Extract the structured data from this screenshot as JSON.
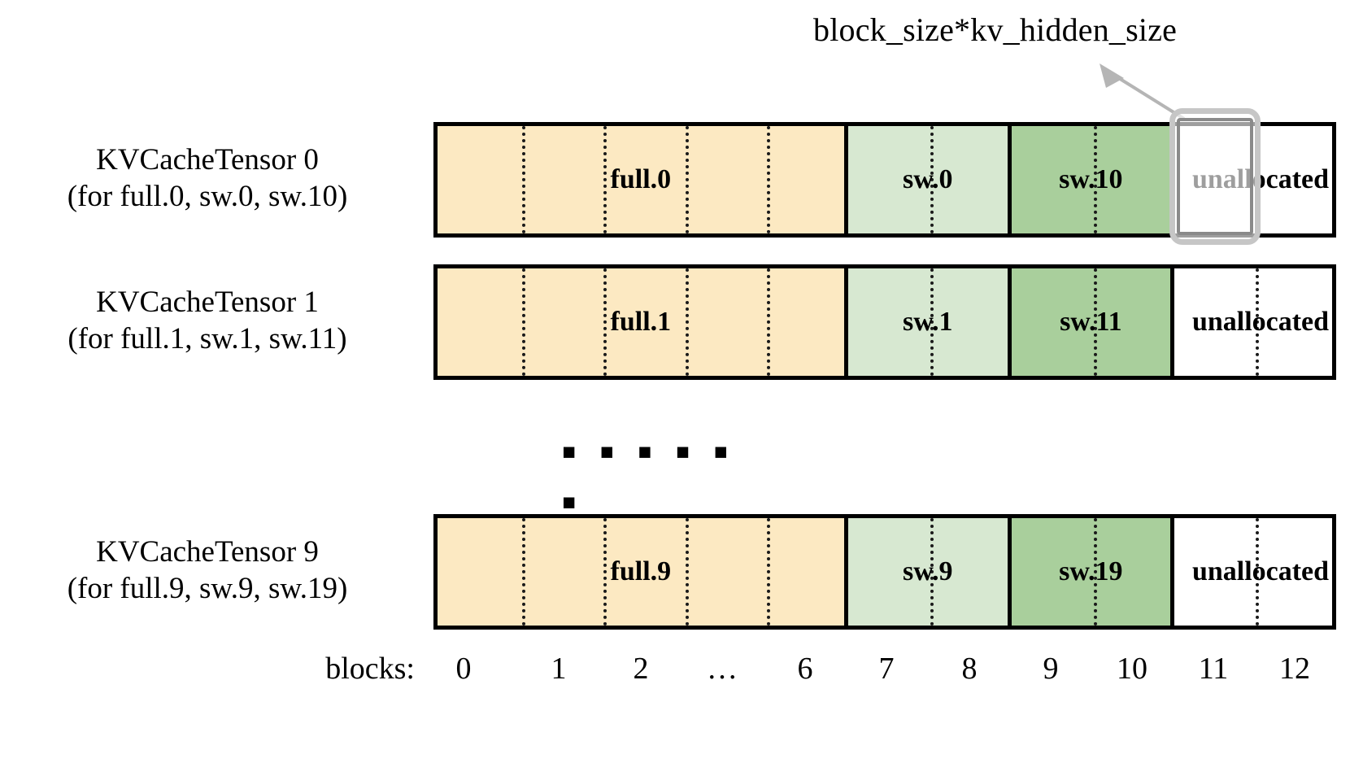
{
  "annotation": {
    "text": "block_size*kv_hidden_size",
    "arrow_icon": "arrow-up-right-icon",
    "points_to": "unallocated-cell-row0"
  },
  "highlight": {
    "name": "block-highlight-box",
    "border_color": "#c6c6c6",
    "inner_border_color": "#8a8a8a"
  },
  "colors": {
    "full": "#fce9c2",
    "sw_light": "#d7e8d1",
    "sw_dark": "#a9cf9c",
    "unallocated": "#ffffff",
    "outline": "#000000"
  },
  "rows": [
    {
      "label_line1": "KVCacheTensor 0",
      "label_line2": "(for full.0, sw.0, sw.10)",
      "segments": [
        {
          "label": "full.0",
          "kind": "full",
          "blocks": 7
        },
        {
          "label": "sw.0",
          "kind": "sw_light",
          "blocks": 2
        },
        {
          "label": "sw.10",
          "kind": "sw_dark",
          "blocks": 2
        },
        {
          "label": "unallocated",
          "kind": "unallocated",
          "blocks": 2
        }
      ]
    },
    {
      "label_line1": "KVCacheTensor 1",
      "label_line2": "(for full.1, sw.1, sw.11)",
      "segments": [
        {
          "label": "full.1",
          "kind": "full",
          "blocks": 7
        },
        {
          "label": "sw.1",
          "kind": "sw_light",
          "blocks": 2
        },
        {
          "label": "sw.11",
          "kind": "sw_dark",
          "blocks": 2
        },
        {
          "label": "unallocated",
          "kind": "unallocated",
          "blocks": 2
        }
      ]
    },
    {
      "label_line1": "KVCacheTensor 9",
      "label_line2": "(for full.9, sw.9, sw.19)",
      "segments": [
        {
          "label": "full.9",
          "kind": "full",
          "blocks": 7
        },
        {
          "label": "sw.9",
          "kind": "sw_light",
          "blocks": 2
        },
        {
          "label": "sw.19",
          "kind": "sw_dark",
          "blocks": 2
        },
        {
          "label": "unallocated",
          "kind": "unallocated",
          "blocks": 2
        }
      ]
    }
  ],
  "ellipsis": "▪ ▪ ▪ ▪ ▪ ▪",
  "axis": {
    "title": "blocks:",
    "ticks": [
      "0",
      "1",
      "2",
      "…",
      "6",
      "7",
      "8",
      "9",
      "10",
      "11",
      "12"
    ]
  }
}
